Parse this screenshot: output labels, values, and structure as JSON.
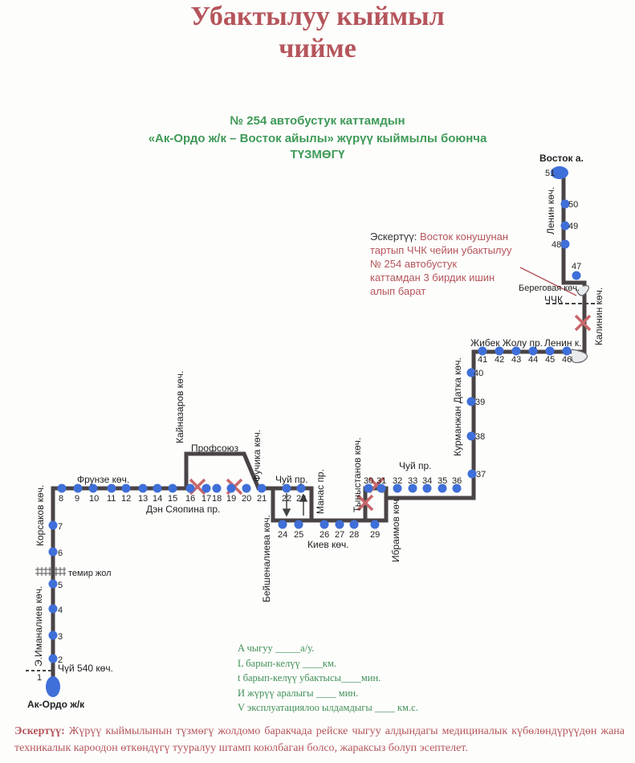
{
  "header": {
    "title_line1": "Убактылуу кыймыл",
    "title_line2": "чийме",
    "subtitle_line1": "№ 254  автобустук каттамдын",
    "subtitle_line2": "«Ак-Ордо ж/к – Восток айылы» жүрүү кыймылы боюнча",
    "subtitle_line3": "ТҮЗМӨГҮ"
  },
  "route": {
    "stops": [
      "1",
      "2",
      "3",
      "4",
      "5",
      "6",
      "7",
      "8",
      "9",
      "10",
      "11",
      "12",
      "13",
      "14",
      "15",
      "16",
      "17",
      "18",
      "19",
      "20",
      "21",
      "22",
      "23",
      "24",
      "25",
      "26",
      "27",
      "28",
      "29",
      "30",
      "31",
      "32",
      "33",
      "34",
      "35",
      "36",
      "37",
      "38",
      "39",
      "40",
      "41",
      "42",
      "43",
      "44",
      "45",
      "46",
      "47",
      "48",
      "49",
      "50",
      "51"
    ],
    "start_label": "Ак-Ордо ж/к",
    "end_label": "Восток а.",
    "streets": {
      "chui540": "Чүй 540 көч.",
      "imanaliev": "Э.Иманалиев көч.",
      "railway": "темир жол",
      "korsakov": "Корсаков көч.",
      "frunze": "Фрунзе көч.",
      "den": "Дэн Сяопина пр.",
      "kainazarov": "Кайназаров көч.",
      "profsoyuz": "Профсоюз",
      "fuchika": "Фучика көч.",
      "chui1": "Чуй пр.",
      "beishenalieva": "Бейшеналиева көч.",
      "manas": "Манас пр.",
      "kiev": "Киев көч.",
      "tynystanov": "Тыныстанов көч.",
      "ibraimov": "Ибраимов көч.",
      "chui2": "Чуй пр.",
      "kurmanjan": "Курманжан Датка көч.",
      "jibek": "Жибек Жолу пр.",
      "lenin1": "Ленин к.",
      "kalinin": "Калинин көч.",
      "beregovaya": "Береговая көч.",
      "chchk": "ЧЧК",
      "lenin2": "Ленин көч."
    },
    "colors": {
      "road": "#4a4446",
      "stop": "#3f6fd8",
      "closed": "#c9686a",
      "arrow": "#b5555b"
    }
  },
  "remark": {
    "label": "Эскертүү:",
    "text_line1": "Восток конушунан",
    "text_line2": "тартып ЧЧК чейин убактылуу",
    "text_line3": "№ 254 автобустук",
    "text_line4": "каттамдан 3 бирдик ишин",
    "text_line5": "алып барат"
  },
  "params": [
    "A чыгуу  _____а/у.",
    "L барып-келүү  ____км.",
    "t барып-келүү убактысы____мин.",
    "И жүрүү аралыгы ____    мин.",
    "V эксплуатациялоо ылдамдыгы ____ км.с."
  ],
  "footer": {
    "label": "Эскертүү:",
    "text": "Жүрүү кыймылынын түзмөгү жолдомо баракчада рейске чыгуу алдындагы медициналык күбөлөндүрүүдөн жана техникалык кароодон өткөндүгү тууралуу штамп коюлбаган болсо, жараксыз болуп эсептелет."
  }
}
